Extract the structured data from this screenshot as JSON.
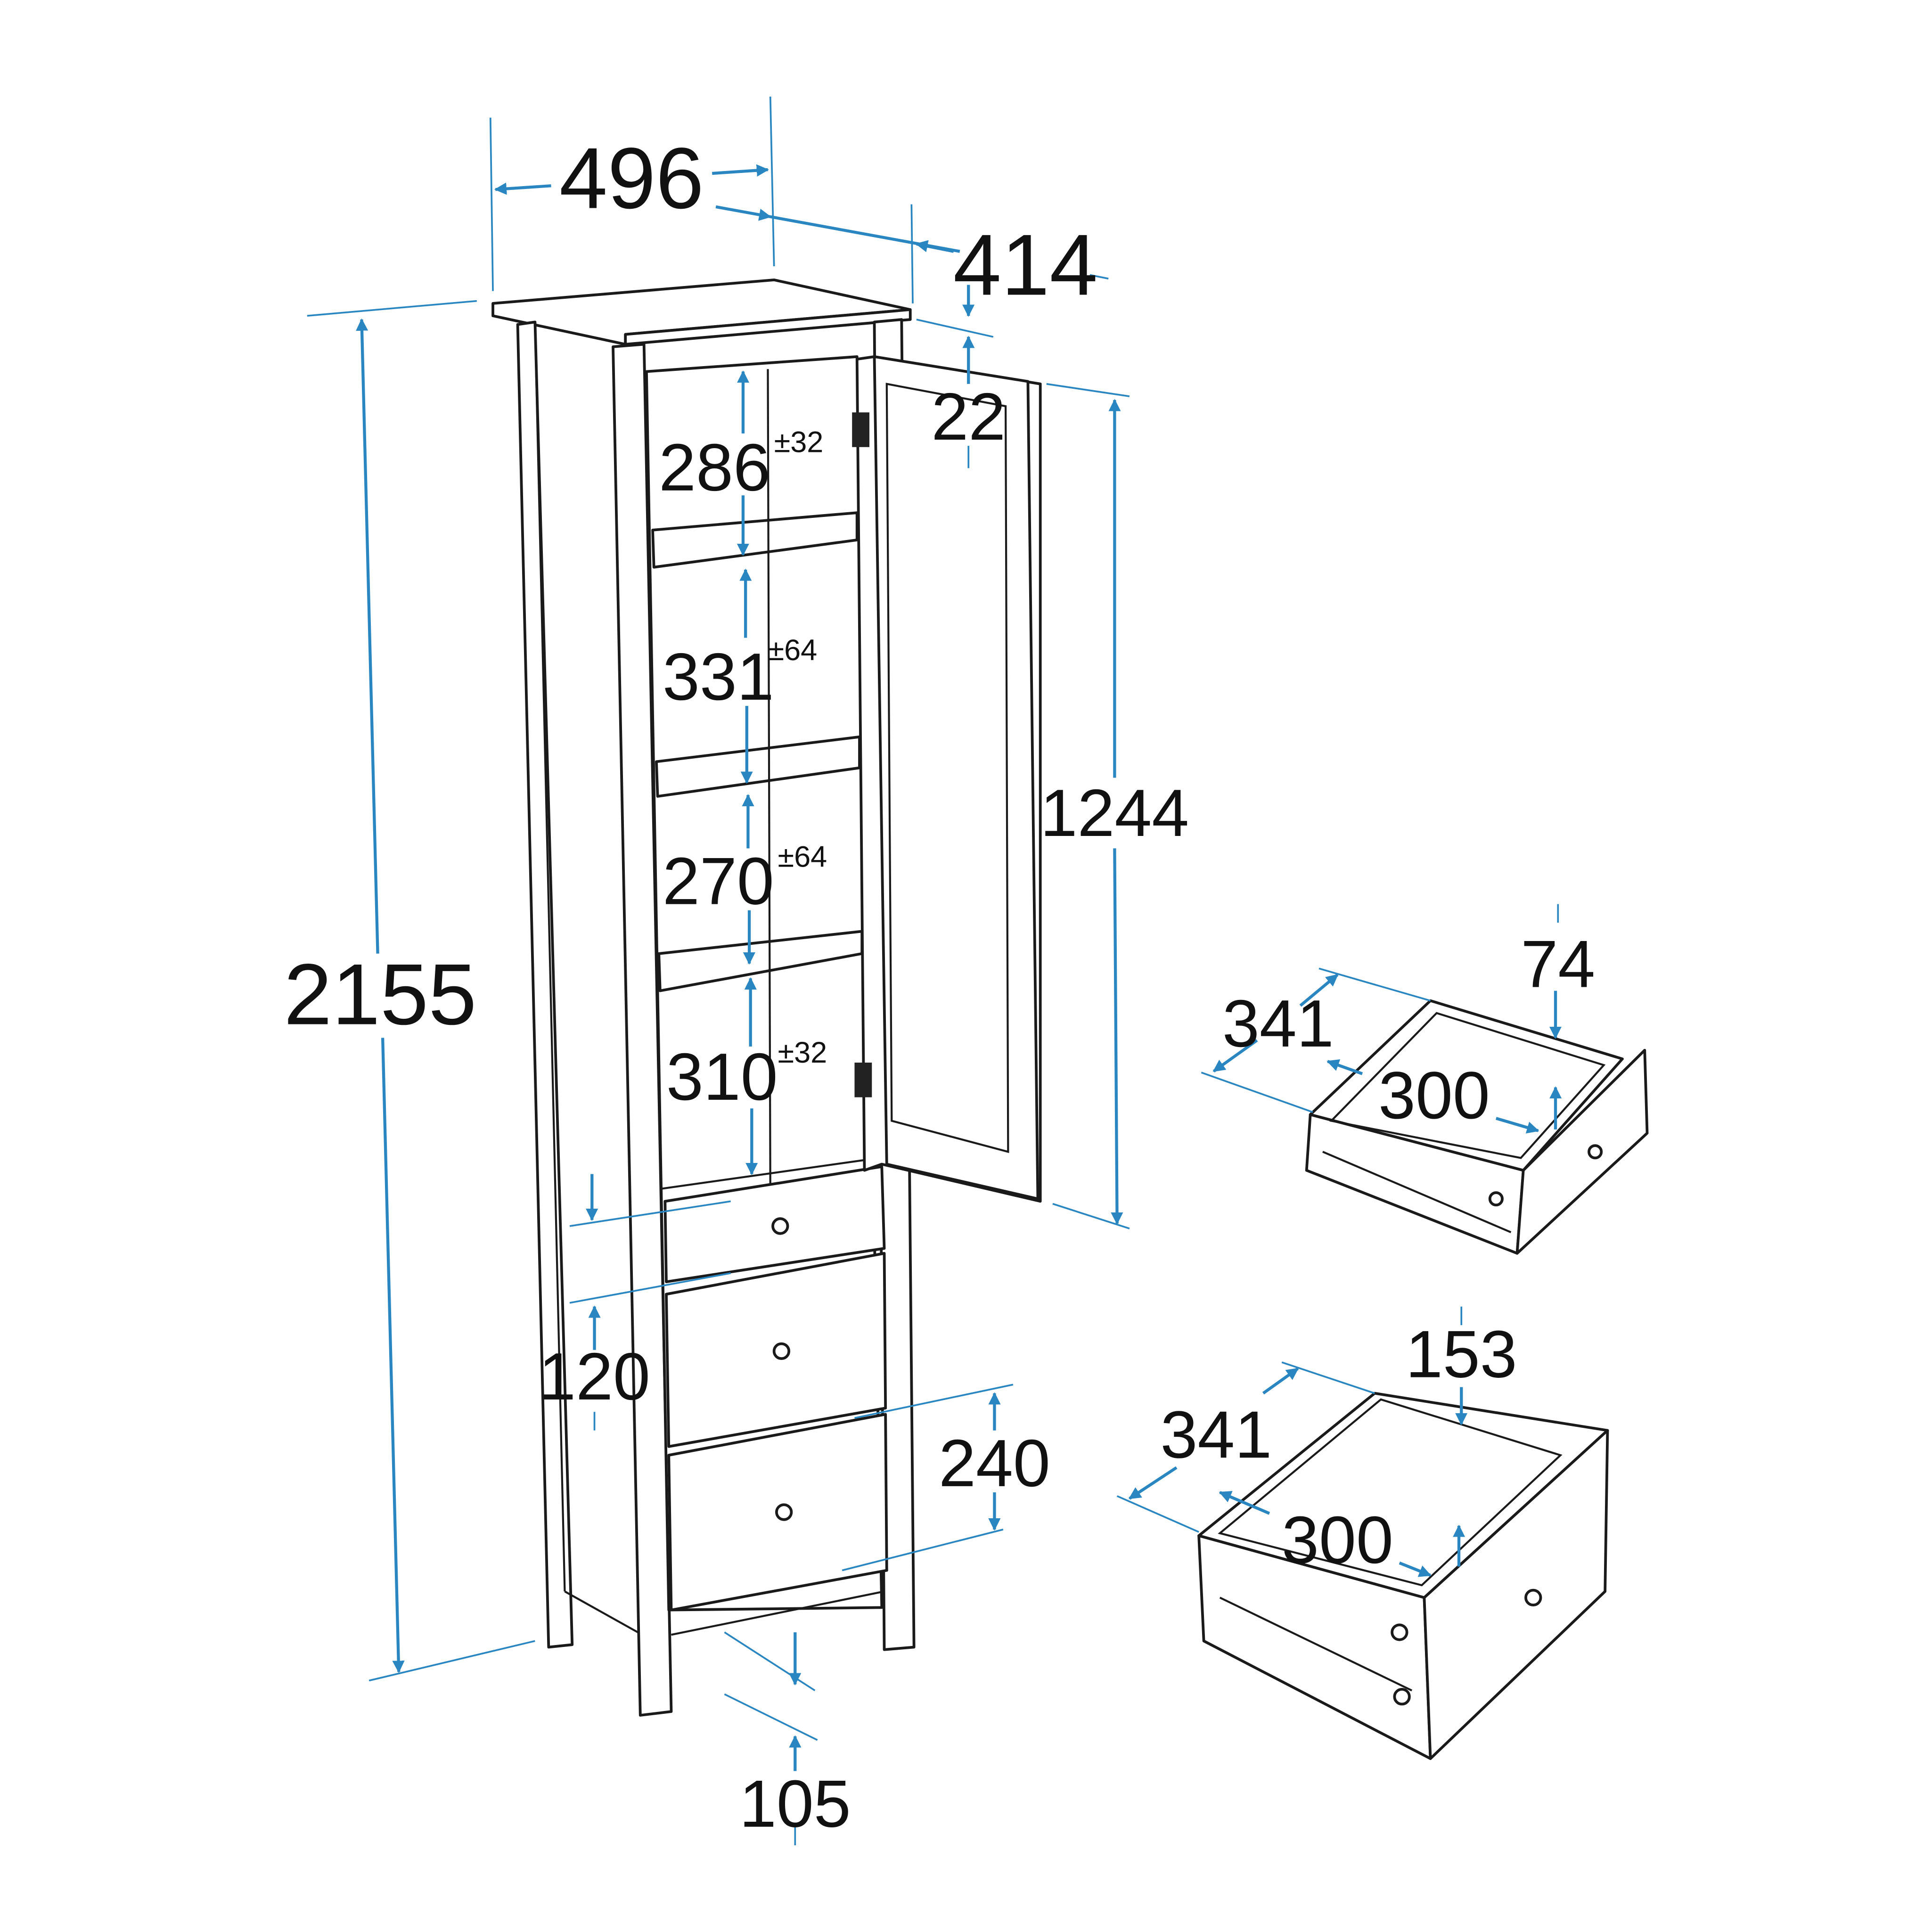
{
  "accent_color": "#2a86c0",
  "cabinet": {
    "width": "496",
    "depth": "414",
    "door_thickness": "22",
    "height": "2155",
    "door_height": "1244",
    "shelf_1": {
      "value": "286",
      "tolerance": "±32"
    },
    "shelf_2": {
      "value": "331",
      "tolerance": "±64"
    },
    "shelf_3": {
      "value": "270",
      "tolerance": "±64"
    },
    "shelf_4": {
      "value": "310",
      "tolerance": "±32"
    },
    "top_drawer_height": "120",
    "lower_drawer_height": "240",
    "leg_height": "105"
  },
  "small_drawer": {
    "depth": "341",
    "inner_width": "300",
    "height": "74"
  },
  "large_drawer": {
    "depth": "341",
    "inner_width": "300",
    "height": "153"
  }
}
